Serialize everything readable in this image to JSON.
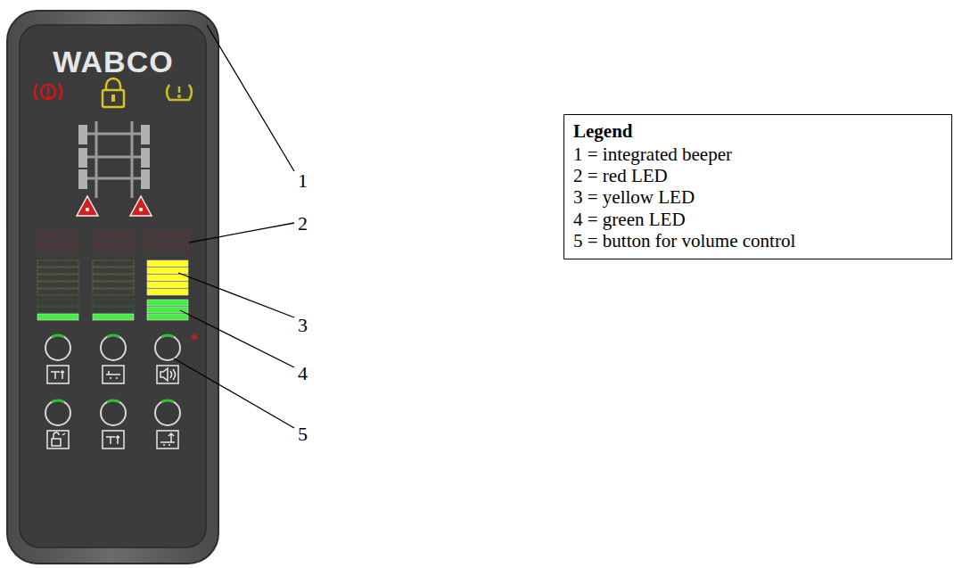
{
  "diagram": {
    "nodes": [
      {
        "text": [
          "Legend",
          "1 = integrated beeper",
          "2 = red LED",
          "3 = yellow LED",
          "4 = green LED",
          "5 = button for volume control"
        ]
      }
    ],
    "labels": [
      "WABCO",
      "1",
      "2",
      "3",
      "4",
      "5"
    ]
  }
}
